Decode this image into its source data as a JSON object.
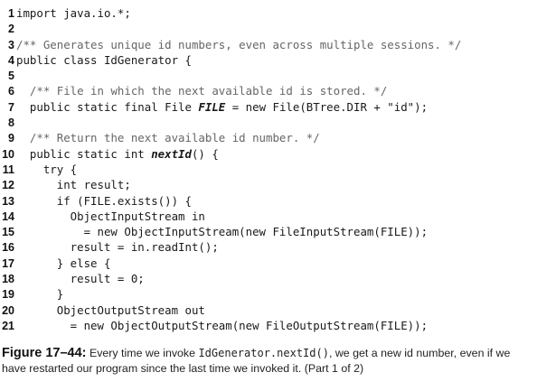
{
  "code": {
    "lines": [
      {
        "num": "1",
        "text": "import java.io.*;"
      },
      {
        "num": "2",
        "text": ""
      },
      {
        "num": "3",
        "comment": "/** Generates unique id numbers, even across multiple sessions. */"
      },
      {
        "num": "4",
        "text": "public class IdGenerator {"
      },
      {
        "num": "5",
        "text": ""
      },
      {
        "num": "6",
        "indent": "  ",
        "comment": "/** File in which the next available id is stored. */"
      },
      {
        "num": "7",
        "pre": "  public static final File ",
        "bold": "FILE",
        "post": " = new File(BTree.DIR + \"id\");"
      },
      {
        "num": "8",
        "text": ""
      },
      {
        "num": "9",
        "indent": "  ",
        "comment": "/** Return the next available id number. */"
      },
      {
        "num": "10",
        "pre": "  public static int ",
        "bold": "nextId",
        "post": "() {"
      },
      {
        "num": "11",
        "text": "    try {"
      },
      {
        "num": "12",
        "text": "      int result;"
      },
      {
        "num": "13",
        "text": "      if (FILE.exists()) {"
      },
      {
        "num": "14",
        "text": "        ObjectInputStream in"
      },
      {
        "num": "15",
        "text": "          = new ObjectInputStream(new FileInputStream(FILE));"
      },
      {
        "num": "16",
        "text": "        result = in.readInt();"
      },
      {
        "num": "17",
        "text": "      } else {"
      },
      {
        "num": "18",
        "text": "        result = 0;"
      },
      {
        "num": "19",
        "text": "      }"
      },
      {
        "num": "20",
        "text": "      ObjectOutputStream out"
      },
      {
        "num": "21",
        "text": "        = new ObjectOutputStream(new FileOutputStream(FILE));"
      }
    ]
  },
  "caption": {
    "label": "Figure 17–44:",
    "text_before": " Every time we invoke ",
    "code_ref": "IdGenerator.nextId()",
    "text_after": ", we get a new id number, even if we have restarted our program since the last time we invoked it. (Part 1 of 2)"
  }
}
